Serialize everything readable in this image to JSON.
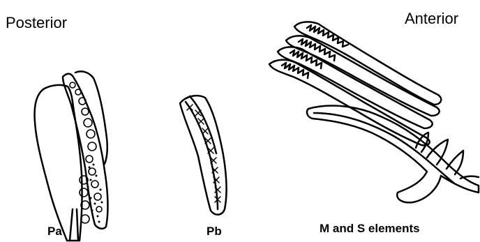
{
  "labels": {
    "posterior": "Posterior",
    "anterior": "Anterior",
    "pa": "Pa",
    "pb": "Pb",
    "ms": "M and S elements"
  },
  "colors": {
    "ink": "#000000",
    "paper": "#ffffff"
  }
}
